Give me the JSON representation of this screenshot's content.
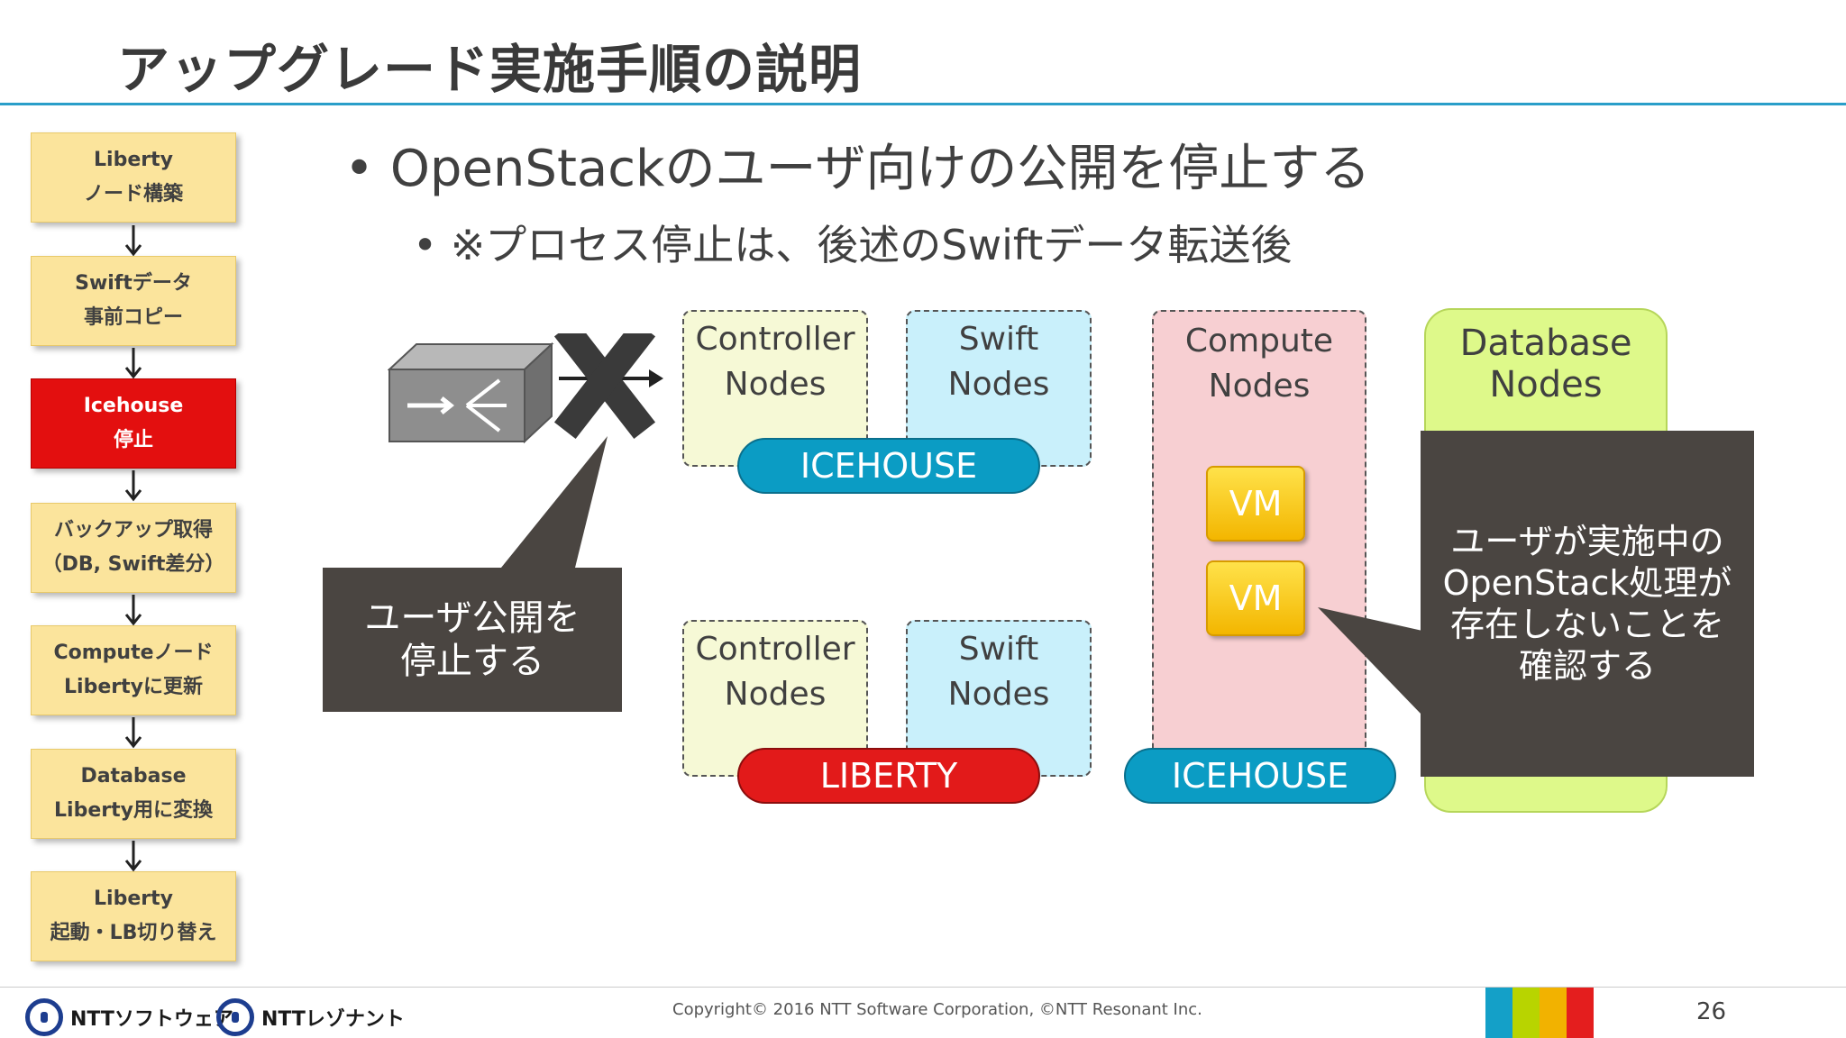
{
  "title": "アップグレード実施手順の説明",
  "steps": [
    {
      "line1": "Liberty",
      "line2": "ノード構築"
    },
    {
      "line1": "Swiftデータ",
      "line2": "事前コピー"
    },
    {
      "line1": "Icehouse",
      "line2": "停止"
    },
    {
      "line1": "バックアップ取得",
      "line2": "（DB, Swift差分）"
    },
    {
      "line1": "Computeノード",
      "line2": "Libertyに更新"
    },
    {
      "line1": "Database",
      "line2": "Liberty用に変換"
    },
    {
      "line1": "Liberty",
      "line2": "起動・LB切り替え"
    }
  ],
  "bullets": {
    "main": "OpenStackのユーザ向けの公開を停止する",
    "sub": "※プロセス停止は、後述のSwiftデータ転送後"
  },
  "diagram": {
    "top": {
      "controller": [
        "Controller",
        "Nodes"
      ],
      "swift": [
        "Swift",
        "Nodes"
      ],
      "version": "ICEHOUSE"
    },
    "bottom": {
      "controller": [
        "Controller",
        "Nodes"
      ],
      "swift": [
        "Swift",
        "Nodes"
      ],
      "version": "LIBERTY"
    },
    "compute": {
      "label": [
        "Compute",
        "Nodes"
      ],
      "vms": [
        "VM",
        "VM"
      ],
      "version": "ICEHOUSE"
    },
    "database": {
      "label": [
        "Database",
        "Nodes"
      ]
    },
    "callout_left": [
      "ユーザ公開を",
      "停止する"
    ],
    "callout_right": [
      "ユーザが実施中の",
      "OpenStack処理が",
      "存在しないことを",
      "確認する"
    ]
  },
  "footer": {
    "logo1": "NTTソフトウェア",
    "logo2": "NTTレゾナント",
    "copyright": "Copyright© 2016 NTT Software Corporation, ©NTT Resonant Inc.",
    "page": "26"
  },
  "colors": {
    "accent_blue": "#2a9ec9",
    "step_yellow": "#fbe49c",
    "step_active_red": "#e30f0f",
    "icehouse_blue": "#0b9cc4",
    "liberty_red": "#e21a1a",
    "callout_dark": "#4a4541",
    "strip": [
      "#14a0c8",
      "#b8d400",
      "#f2b200",
      "#e41e1e"
    ]
  }
}
